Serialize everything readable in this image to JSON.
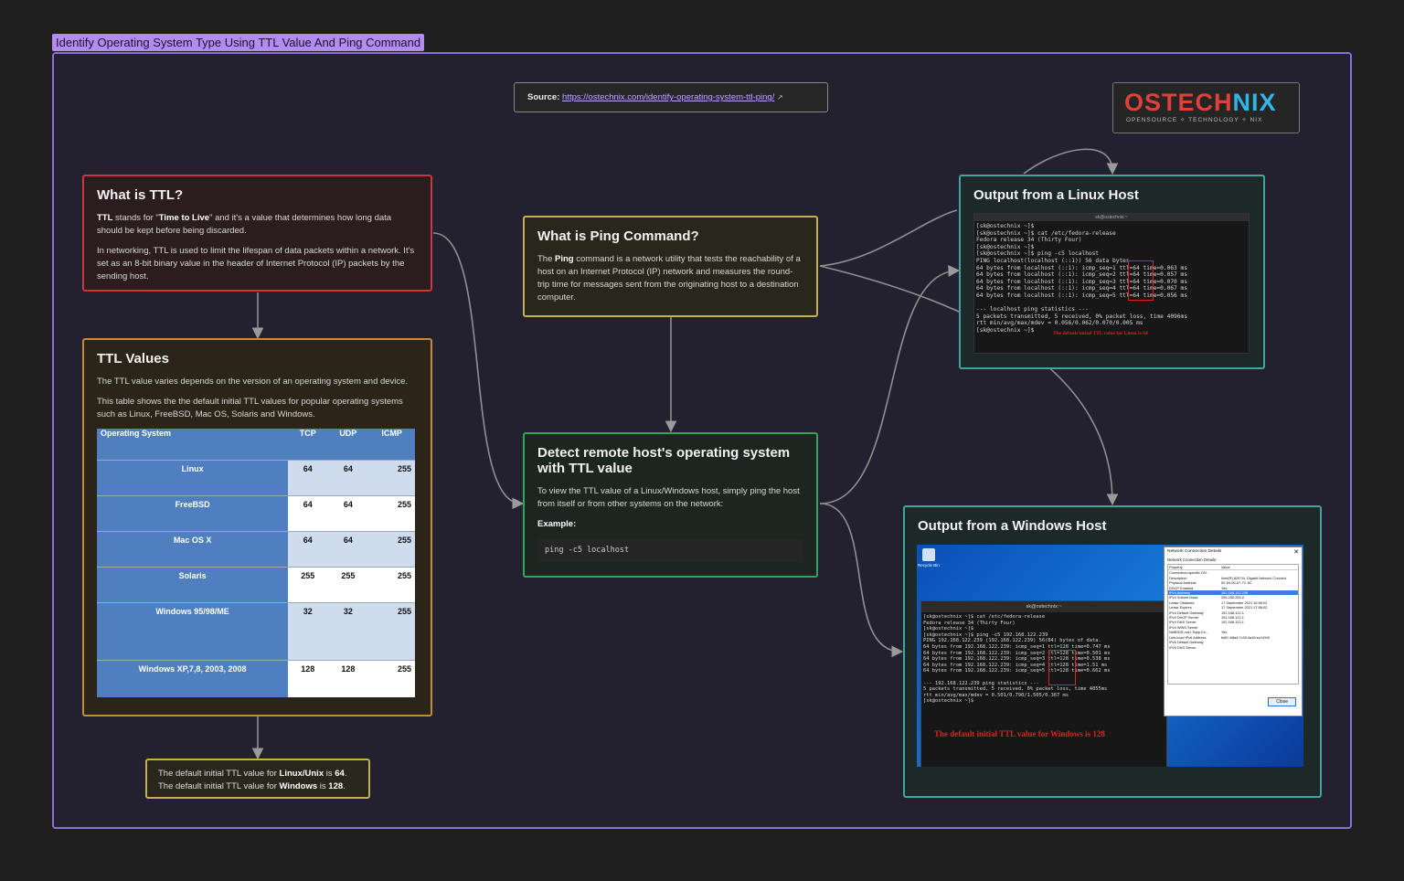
{
  "frame_title": "Identify Operating System Type Using TTL Value And Ping Command",
  "source": {
    "label": "Source:",
    "url": "https://ostechnix.com/identify-operating-system-ttl-ping/",
    "link_icon": "external-link-icon"
  },
  "logo": {
    "part1": "OSTECH",
    "part2": "NIX",
    "tagline": "OPENSOURCE ✧ TECHNOLOGY ✧ NIX"
  },
  "ttl_card": {
    "title": "What is TTL?",
    "p1_term": "TTL",
    "p1_mid": " stands for \"",
    "p1_full": "Time to Live",
    "p1_rest": "\" and it's a value that determines how long data should be kept before being discarded.",
    "p2": "In networking, TTL is used to limit the lifespan of data packets within a network. It's set as an 8-bit binary value in the header of Internet Protocol (IP) packets by the sending host."
  },
  "values_card": {
    "title": "TTL Values",
    "p1": "The TTL value varies depends on the version of an operating system and device.",
    "p2": "This table shows the the default initial TTL values for popular operating systems such as Linux, FreeBSD, Mac OS, Solaris and Windows.",
    "headers": [
      "Operating System",
      "TCP",
      "UDP",
      "ICMP"
    ],
    "rows": [
      [
        "Linux",
        "64",
        "64",
        "255"
      ],
      [
        "FreeBSD",
        "64",
        "64",
        "255"
      ],
      [
        "Mac OS X",
        "64",
        "64",
        "255"
      ],
      [
        "Solaris",
        "255",
        "255",
        "255"
      ],
      [
        "Windows 95/98/ME",
        "32",
        "32",
        "255"
      ],
      [
        "Windows XP,7,8, 2003, 2008",
        "128",
        "128",
        "255"
      ]
    ]
  },
  "default_note": {
    "l1_pre": "The default initial TTL value for ",
    "l1_os": "Linux/Unix",
    "l1_mid": " is ",
    "l1_val": "64",
    "l1_end": ".",
    "l2_pre": "The default initial TTL value for ",
    "l2_os": "Windows",
    "l2_mid": " is ",
    "l2_val": "128",
    "l2_end": "."
  },
  "ping_card": {
    "title": "What is Ping Command?",
    "p_pre": "The ",
    "p_term": "Ping",
    "p_rest": " command is a network utility that tests the reachability of a host on an Internet Protocol (IP) network and measures the round-trip time for messages sent from the originating host to a destination computer."
  },
  "detect_card": {
    "title": "Detect remote host's operating system with TTL value",
    "p": "To view the TTL value of a Linux/Windows host, simply ping the host from itself or from other systems on the network:",
    "example_label": "Example:",
    "code": "ping -c5 localhost"
  },
  "linux_card": {
    "title": "Output from a Linux Host",
    "terminal_title": "sk@ostechnix:~",
    "terminal_text": "[sk@ostechnix ~]$\n[sk@ostechnix ~]$ cat /etc/fedora-release\nFedora release 34 (Thirty Four)\n[sk@ostechnix ~]$\n[sk@ostechnix ~]$ ping -c5 localhost\nPING localhost(localhost (::1)) 56 data bytes\n64 bytes from localhost (::1): icmp_seq=1 ttl=64 time=0.063 ms\n64 bytes from localhost (::1): icmp_seq=2 ttl=64 time=0.057 ms\n64 bytes from localhost (::1): icmp_seq=3 ttl=64 time=0.070 ms\n64 bytes from localhost (::1): icmp_seq=4 ttl=64 time=0.067 ms\n64 bytes from localhost (::1): icmp_seq=5 ttl=64 time=0.056 ms\n\n--- localhost ping statistics ---\n5 packets transmitted, 5 received, 0% packet loss, time 4096ms\nrtt min/avg/max/mdev = 0.056/0.062/0.070/0.005 ms\n[sk@ostechnix ~]$",
    "annotation": "The default initial TTL value for Linux is 64"
  },
  "windows_card": {
    "title": "Output from a Windows Host",
    "terminal_title": "sk@ostechnix:~",
    "terminal_text": "[sk@ostechnix ~]$ cat /etc/fedora-release\nFedora release 34 (Thirty Four)\n[sk@ostechnix ~]$\n[sk@ostechnix ~]$ ping -c5 192.168.122.239\nPING 192.168.122.239 (192.168.122.239) 56(84) bytes of data.\n64 bytes from 192.168.122.239: icmp_seq=1 ttl=128 time=0.747 ms\n64 bytes from 192.168.122.239: icmp_seq=2 ttl=128 time=0.501 ms\n64 bytes from 192.168.122.239: icmp_seq=3 ttl=128 time=0.538 ms\n64 bytes from 192.168.122.239: icmp_seq=4 ttl=128 time=1.51 ms\n64 bytes from 192.168.122.239: icmp_seq=5 ttl=128 time=0.662 ms\n\n--- 192.168.122.239 ping statistics ---\n5 packets transmitted, 5 received, 0% packet loss, time 4055ms\nrtt min/avg/max/mdev = 0.501/0.790/1.505/0.367 ms\n[sk@ostechnix ~]$",
    "annotation": "The default initial TTL value for Windows is 128",
    "dialog_title": "Network Connection Details",
    "dialog_sub": "Network Connection Details:",
    "dialog_cols": [
      "Property",
      "Value"
    ],
    "dialog_rows": [
      [
        "Connection-specific DN...",
        ""
      ],
      [
        "Description",
        "Intel(R) 82574L Gigabit Network Connect"
      ],
      [
        "Physical Address",
        "52-54-00-07-7C-5C"
      ],
      [
        "DHCP Enabled",
        "Yes"
      ],
      [
        "IPv4 Address",
        "192.168.122.239"
      ],
      [
        "IPv4 Subnet Mask",
        "255.255.255.0"
      ],
      [
        "Lease Obtained",
        "17 September 2021 16:56:02"
      ],
      [
        "Lease Expires",
        "17 September 2021 17:56:02"
      ],
      [
        "IPv4 Default Gateway",
        "192.168.122.1"
      ],
      [
        "IPv4 DHCP Server",
        "192.168.122.1"
      ],
      [
        "IPv4 DNS Server",
        "192.168.122.1"
      ],
      [
        "IPv4 WINS Server",
        ""
      ],
      [
        "NetBIOS over Tcpip En...",
        "Yes"
      ],
      [
        "Link-local IPv6 Address",
        "fe80::b8a4:7c39:4a45:ec14%5"
      ],
      [
        "IPv6 Default Gateway",
        ""
      ],
      [
        "IPv6 DNS Server",
        ""
      ]
    ],
    "close_label": "Close",
    "recycle_label": "Recycle Bin"
  }
}
